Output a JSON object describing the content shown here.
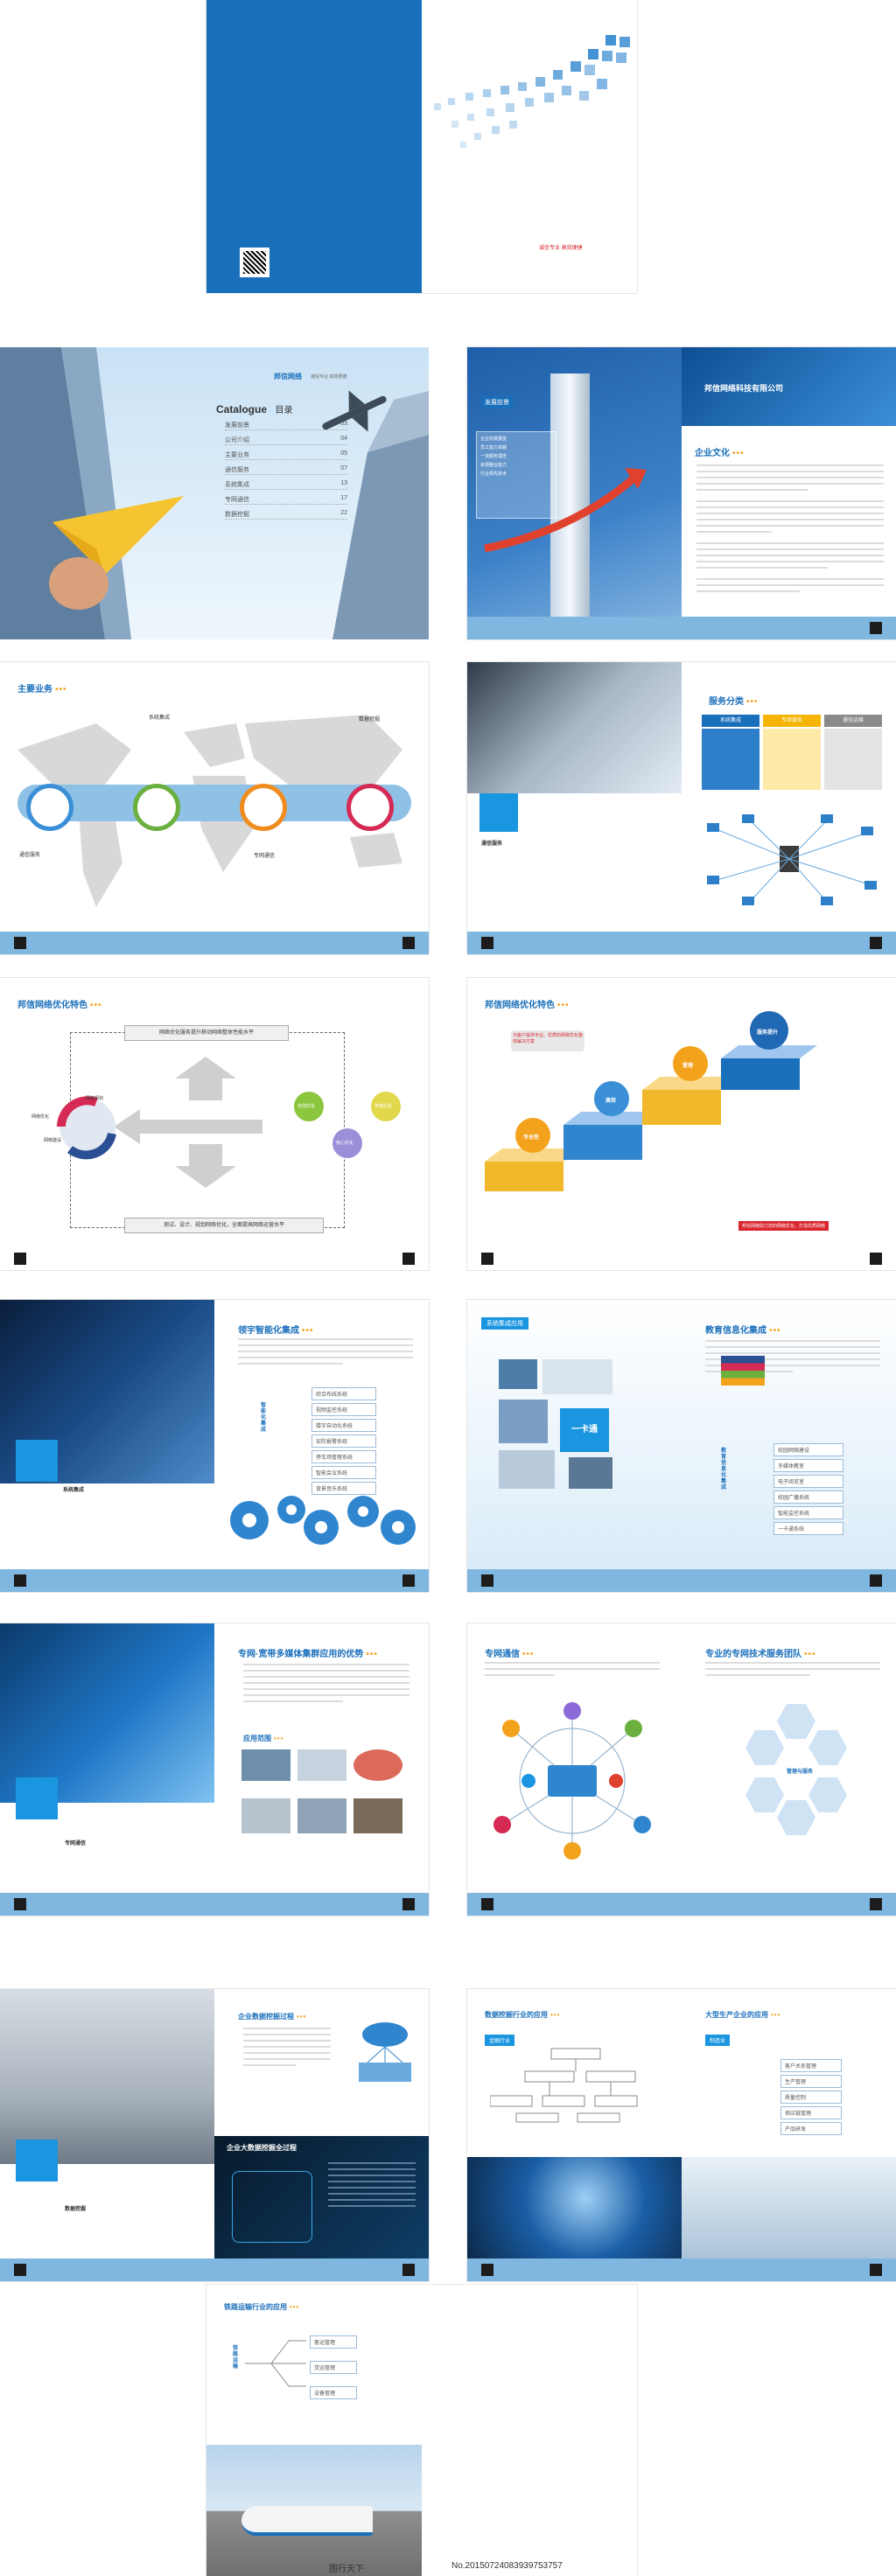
{
  "cover": {
    "tagline": "诚信专业  高效便捷"
  },
  "toc": {
    "brand": "邦信网络",
    "brand_sub": "诚信专业   高效便捷",
    "title_en": "Catalogue",
    "title_cn": "目录",
    "items": [
      {
        "label": "发展前景",
        "page": "03"
      },
      {
        "label": "公司介绍",
        "page": "04"
      },
      {
        "label": "主要业务",
        "page": "05"
      },
      {
        "label": "通信服务",
        "page": "07"
      },
      {
        "label": "系统集成",
        "page": "13"
      },
      {
        "label": "专网通信",
        "page": "17"
      },
      {
        "label": "数据挖掘",
        "page": "22"
      }
    ]
  },
  "company": {
    "header": "发展前景",
    "culture_title": "企业文化",
    "hero_text": "邦信网络科技有限公司",
    "panel_lines": [
      "企业前景展望",
      "员工能力卓越",
      "一流服务理念",
      "资源整合能力",
      "行业领先技术"
    ]
  },
  "business": {
    "title": "主要业务",
    "labels": [
      "系统集成",
      "数据挖掘",
      "通信服务",
      "专网通信"
    ]
  },
  "comm": {
    "label": "通信服务",
    "classify_title": "服务分类",
    "columns": [
      "系统集成",
      "专项服务",
      "通信运维"
    ]
  },
  "feature1": {
    "title": "邦信网络优化特色",
    "top_box": "网络优化服务提升移动网络整体性能水平",
    "bottom_box": "测试、设计、规划网络优化，全面提高网络运营水平",
    "left_nodes": [
      "网络规划",
      "网络优化",
      "网络建设"
    ],
    "right_nodes": [
      "无线优化",
      "传输优化",
      "核心优化"
    ]
  },
  "feature2": {
    "title": "邦信网络优化特色",
    "callout": "为客户提供专业、优质的网络优化整体解决方案",
    "steps": [
      "专业性",
      "高效",
      "管理",
      "服务提升"
    ],
    "bottom_tag": "邦信网络助力您的网络优化，打造优质网络"
  },
  "integration": {
    "left_label": "系统集成",
    "title": "领宇智能化集成",
    "side_label": "智能化集成",
    "list": [
      "综合布线系统",
      "视频监控系统",
      "楼宇自动化系统",
      "安防报警系统",
      "停车场管理系统",
      "智能会议系统",
      "背景音乐系统"
    ]
  },
  "edu": {
    "banner": "系统集成应用",
    "title": "教育信息化集成",
    "side_label": "教育信息化集成",
    "list": [
      "校园网络建设",
      "多媒体教室",
      "电子阅览室",
      "校园广播系统",
      "智能监控系统",
      "一卡通系统"
    ],
    "card_text": "一卡通"
  },
  "pnet": {
    "left_label": "专网通信",
    "title": "专网·宽带多媒体集群应用的优势",
    "app_title": "应用范围"
  },
  "pnet2": {
    "title": "专网通信",
    "team_title": "专业的专网技术服务团队",
    "center_hex": "管理与服务"
  },
  "data": {
    "left_label": "数据挖掘",
    "title": "企业数据挖掘过程",
    "dark_title": "企业大数据挖掘全过程"
  },
  "bank": {
    "title": "数据挖掘行业的应用",
    "tag": "金融行业"
  },
  "mfg": {
    "title": "大型生产企业的应用",
    "tag": "制造业",
    "list": [
      "客户关系管理",
      "生产管理",
      "质量控制",
      "供应链管理",
      "产品研发"
    ]
  },
  "rail": {
    "title": "铁路运输行业的应用",
    "side_label": "铁路运输",
    "list": [
      "客运管理",
      "货运管理",
      "设备管理"
    ]
  },
  "watermark": {
    "left": "图行天下",
    "right": "No.20150724083939753757"
  }
}
